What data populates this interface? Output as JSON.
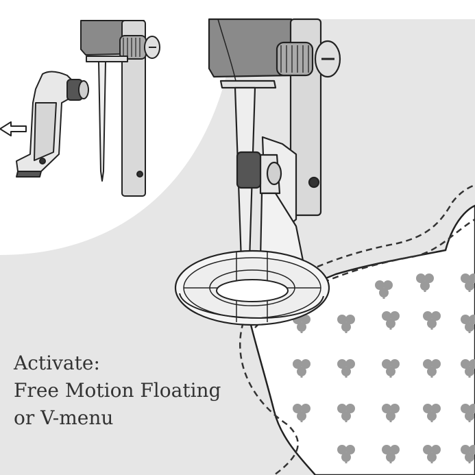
{
  "caption": {
    "line1": "Activate:",
    "line2": "Free Motion Floating",
    "line3": "or V-menu"
  },
  "colors": {
    "background_panel": "#e6e6e6",
    "fabric": "#ffffff",
    "clover": "#9a9a9a",
    "outline": "#222222",
    "metal": "#d9d9d9",
    "dark_part": "#8a8a8a",
    "text": "#333333"
  },
  "icons": {
    "remove_arrow": "arrow-left-icon",
    "presser_foot": "presser-foot-icon"
  }
}
